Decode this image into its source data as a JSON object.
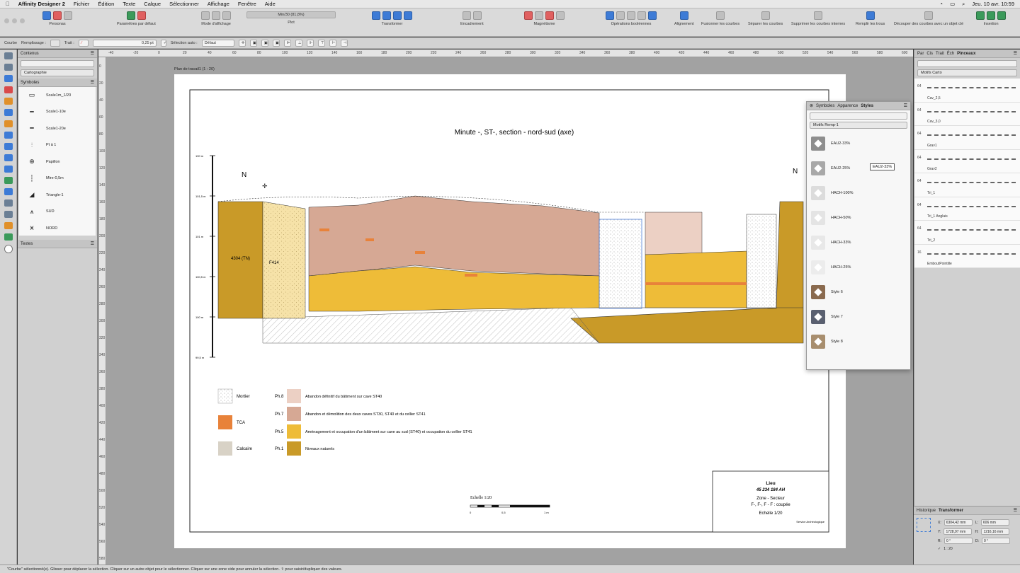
{
  "menubar": {
    "app": "Affinity Designer 2",
    "items": [
      "Fichier",
      "Édition",
      "Texte",
      "Calque",
      "Sélectionner",
      "Affichage",
      "Fenêtre",
      "Aide"
    ],
    "clock": "Jeu. 10 avr.  10:59"
  },
  "toolbar": {
    "personas": "Personas",
    "defaults": "Paramètres par défaut",
    "view_mode": "Mode d'affichage",
    "zoom_field": "Min/30 (81,8%)",
    "plot": "Plot",
    "transform": "Transformer",
    "snapping_off": "Encadrement",
    "magnetism": "Magnétisme",
    "boolean": "Opérations booléennes",
    "align": "Alignement",
    "merge": "Fusionner les courbes",
    "separate": "Séparer les courbes",
    "remove_inner": "Supprimer les courbes internes",
    "fill_holes": "Remplir les trous",
    "cut": "Découper des courbes avec un objet clé",
    "insert": "Insertion"
  },
  "context": {
    "label": "Courbe",
    "fill": "Remplissage :",
    "stroke": "Trait :",
    "width": "0,25 pt",
    "autosel": "Sélection auto :",
    "default": "Défaut"
  },
  "left_panel": {
    "tab": "Contenus",
    "search_placeholder": "",
    "category": "Cartographie",
    "symbols_title": "Symboles",
    "symbols": [
      "Scale1m_1/20",
      "Scale1-10e",
      "Scale1-20e",
      "Pt à 1",
      "Papillon",
      "Mire-0,5m",
      "Triangle-1",
      "SUD",
      "NORD"
    ],
    "texts_title": "Textes"
  },
  "ruler": {
    "top": [
      "-40",
      "-20",
      "0",
      "20",
      "40",
      "60",
      "80",
      "100",
      "120",
      "140",
      "160",
      "180",
      "200",
      "220",
      "240",
      "260",
      "280",
      "300",
      "320",
      "340",
      "360",
      "380",
      "400",
      "420",
      "440",
      "460",
      "480",
      "500",
      "520",
      "540",
      "560",
      "580",
      "600"
    ],
    "left": [
      "0",
      "20",
      "40",
      "60",
      "80",
      "100",
      "120",
      "140",
      "160",
      "180",
      "200",
      "220",
      "240",
      "260",
      "280",
      "300",
      "320",
      "340",
      "360",
      "380",
      "400",
      "420",
      "440",
      "460",
      "480",
      "500",
      "520",
      "540",
      "560",
      "580"
    ]
  },
  "drawing": {
    "artboard_label": "Plan de travail1 (1 : 20)",
    "title": "Minute -, ST-, section - nord-sud (axe)",
    "scale_marks": [
      "190 m",
      "101,5 m",
      "101 m",
      "100,5 m",
      "100 m",
      "99,5 m"
    ],
    "label_tn": "4304 (TN)",
    "label_f414": "F414",
    "legend_left": [
      {
        "label": "Mortier",
        "color": "#ffffff"
      },
      {
        "label": "TCA",
        "color": "#e8823a"
      },
      {
        "label": "Calcaire",
        "color": "#d8d2c6"
      }
    ],
    "legend_right": [
      {
        "phase": "Ph.8",
        "text": "Abandon définitif du bâtiment sur cave ST40",
        "color": "#ecd0c4"
      },
      {
        "phase": "Ph.7",
        "text": "Abandon et démolition des deux caves ST30, ST40 et du cellier ST41",
        "color": "#d6a894"
      },
      {
        "phase": "Ph.5",
        "text": "Aménagement et occupation d'un bâtiment sur cave au sud (ST40) et occupation du cellier ST41",
        "color": "#eebc38"
      },
      {
        "phase": "Ph.1",
        "text": "Niveaux naturels",
        "color": "#c99a28"
      }
    ],
    "scale_title": "Echelle 1/20",
    "scale_ticks": [
      "0",
      "0,5",
      "1 m"
    ],
    "cartouche": {
      "lieu": "Lieu",
      "code": "45 234 184 AH",
      "zone": "Zone - Secteur",
      "coupe": "F-, F-, F - F : coupée",
      "echelle": "Echelle 1/20",
      "service": "Service Archéologique"
    },
    "north": "N"
  },
  "styles_panel": {
    "tabs": [
      "Symboles",
      "Apparence",
      "Styles"
    ],
    "category": "Motifs Remp-1",
    "items": [
      {
        "name": "EAU2-33%",
        "color": "#8e8e8e"
      },
      {
        "name": "EAU2-25%",
        "color": "#a8a8a8"
      },
      {
        "name": "HACH-100%",
        "color": "#dcdcdc"
      },
      {
        "name": "HACH-50%",
        "color": "#e4e4e4"
      },
      {
        "name": "HACH-33%",
        "color": "#e8e8e8"
      },
      {
        "name": "HACH-25%",
        "color": "#ececec"
      },
      {
        "name": "Style 6",
        "color": "#8a6a4e"
      },
      {
        "name": "Style 7",
        "color": "#5a6070"
      },
      {
        "name": "Style 8",
        "color": "#a88e6e"
      }
    ],
    "tooltip": "EAU2-33%"
  },
  "right_panel": {
    "tabs": [
      "Par",
      "Cis",
      "Trait",
      "Éch",
      "Pinceaux"
    ],
    "category": "Motifs Carto",
    "brushes": [
      {
        "num": "64",
        "name": "Cav_2,5"
      },
      {
        "num": "64",
        "name": "Cav_3,0"
      },
      {
        "num": "64",
        "name": "Grav1"
      },
      {
        "num": "64",
        "name": "Grav2"
      },
      {
        "num": "64",
        "name": "Tri_1"
      },
      {
        "num": "64",
        "name": "Tri_1 Anglais"
      },
      {
        "num": "64",
        "name": "Tri_2"
      },
      {
        "num": "16",
        "name": "EmboutPointille"
      }
    ]
  },
  "transform_panel": {
    "tabs": [
      "Historique",
      "Transformer"
    ],
    "x": "6304,42 mm",
    "y": "1728,97 mm",
    "w": "606 mm",
    "h": "1216,16 mm",
    "r": "0 °",
    "s": "0 °",
    "scale": "1 : 20"
  },
  "status": "\"Courbe\" sélectionné(e). Glisser pour déplacer la sélection. Cliquer sur un autre objet pour le sélectionner. Cliquer sur une zone vide pour annuler la sélection. ⇧ pour saisir/dupliquer des valeurs."
}
